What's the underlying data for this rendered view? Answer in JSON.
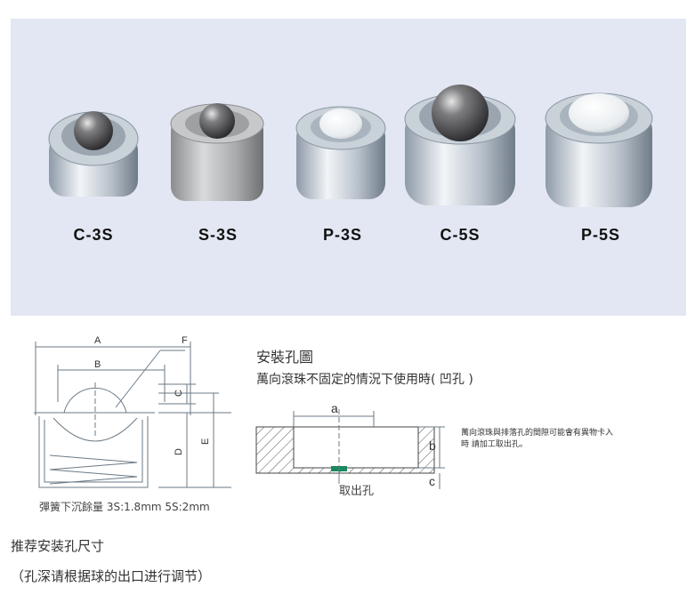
{
  "products": [
    {
      "model": "C-3S",
      "ball": "steel"
    },
    {
      "model": "S-3S",
      "ball": "stainless"
    },
    {
      "model": "P-3S",
      "ball": "plastic"
    },
    {
      "model": "C-5S",
      "ball": "steel"
    },
    {
      "model": "P-5S",
      "ball": "plastic"
    }
  ],
  "diagram_cross_section": {
    "labels": {
      "a": "A",
      "b": "B",
      "c": "C",
      "d": "D",
      "e": "E",
      "f": "F"
    },
    "caption": "彈簧下沉餘量 3S:1.8mm 5S:2mm"
  },
  "mounting": {
    "title": "安裝孔圖",
    "subtitle": "萬向滾珠不固定的情況下使用時( 凹孔 )",
    "labels": {
      "a": "a",
      "b": "b",
      "c": "c"
    },
    "hole_label": "取出孔",
    "note_line1": "萬向滾珠與排落孔的間隙可能會有異物卡入",
    "note_line2": "時 請加工取出孔。"
  },
  "footer": {
    "line1": "推荐安装孔尺寸",
    "line2": "（孔深请根据球的出口进行调节）"
  },
  "colors": {
    "panel": "#e2e7f3",
    "line": "#6b7a86",
    "hatch": "#555555",
    "hole": "#1a8a5e"
  }
}
